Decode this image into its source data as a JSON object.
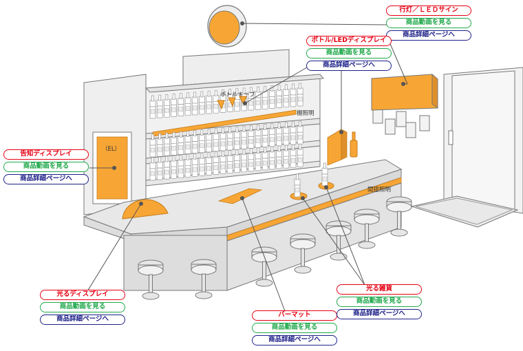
{
  "colors": {
    "title": "#e60012",
    "video": "#1fa84a",
    "detail": "#1d2088",
    "accent": "#f7a635",
    "line": "#555555"
  },
  "scene_labels": {
    "bottle_keep": "ボトルキープ",
    "shelf_light": "棚照明",
    "indirect_light": "間接照明",
    "el": "（EL）"
  },
  "products": [
    {
      "key": "andon",
      "title": "行灯／ＬＥＤサイン",
      "video": "商品動画を見る",
      "detail": "商品詳細ページへ"
    },
    {
      "key": "bottle",
      "title": "ボトル/LEDディスプレイ",
      "video": "商品動画を見る",
      "detail": "商品詳細ページへ"
    },
    {
      "key": "notice",
      "title": "告知ディスプレイ",
      "video": "商品動画を見る",
      "detail": "商品詳細ページへ"
    },
    {
      "key": "glow",
      "title": "光るディスプレイ",
      "video": "商品動画を見る",
      "detail": "商品詳細ページへ"
    },
    {
      "key": "barmat",
      "title": "バーマット",
      "video": "商品動画を見る",
      "detail": "商品詳細ページへ"
    },
    {
      "key": "goods",
      "title": "光る雑貨",
      "video": "商品動画を見る",
      "detail": "商品詳細ページへ"
    }
  ]
}
